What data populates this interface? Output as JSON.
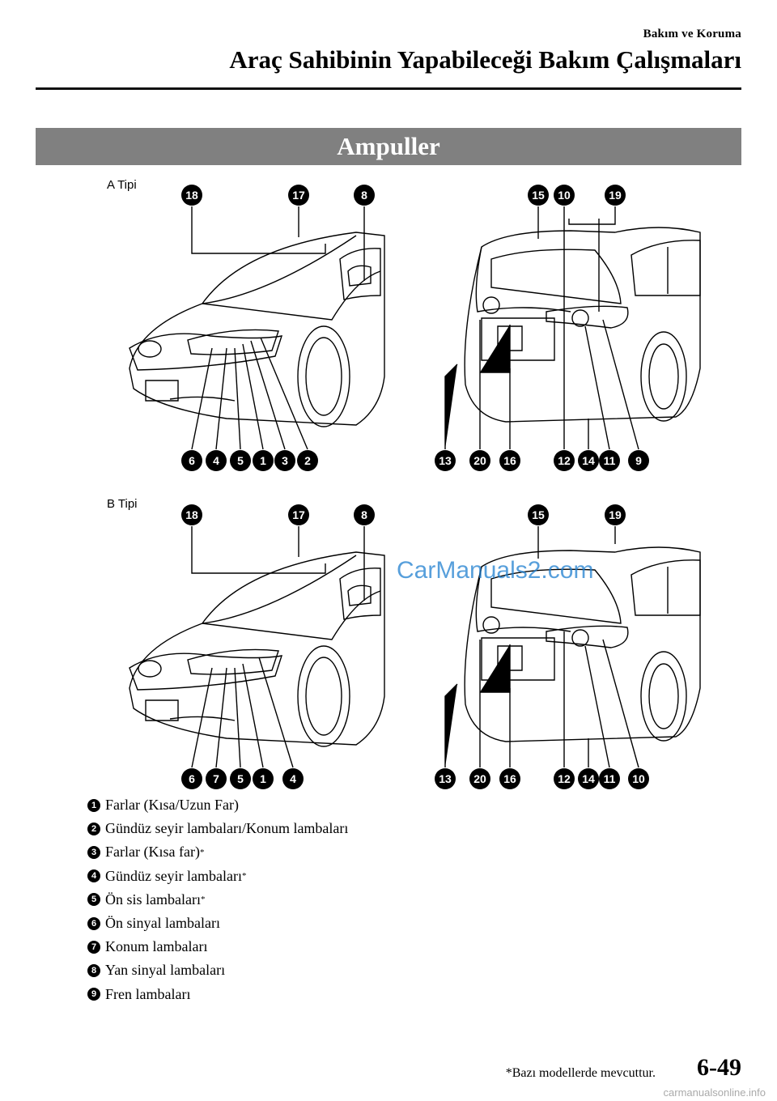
{
  "header": {
    "chapter": "Bakım ve Koruma",
    "title": "Araç Sahibinin Yapabileceği Bakım Çalışmaları"
  },
  "section": {
    "title": "Ampuller"
  },
  "figures": {
    "a": {
      "label": "A Tipi",
      "front_top": [
        "18",
        "17",
        "8"
      ],
      "front_bottom": [
        "6",
        "4",
        "5",
        "1",
        "3",
        "2"
      ],
      "rear_top": [
        "15",
        "10",
        "19"
      ],
      "rear_bottom": [
        "13",
        "20",
        "16",
        "12",
        "14",
        "11",
        "9"
      ]
    },
    "b": {
      "label": "B Tipi",
      "front_top": [
        "18",
        "17",
        "8"
      ],
      "front_bottom": [
        "6",
        "7",
        "5",
        "1",
        "4"
      ],
      "rear_top": [
        "15",
        "19"
      ],
      "rear_bottom": [
        "13",
        "20",
        "16",
        "12",
        "14",
        "11",
        "10"
      ]
    }
  },
  "legend": [
    {
      "num": "1",
      "text": "Farlar (Kısa/Uzun Far)",
      "asterisk": ""
    },
    {
      "num": "2",
      "text": "Gündüz seyir lambaları/Konum lambaları",
      "asterisk": ""
    },
    {
      "num": "3",
      "text": "Farlar (Kısa far)",
      "asterisk": "*"
    },
    {
      "num": "4",
      "text": "Gündüz seyir lambaları",
      "asterisk": "*"
    },
    {
      "num": "5",
      "text": "Ön sis lambaları",
      "asterisk": "*"
    },
    {
      "num": "6",
      "text": "Ön sinyal lambaları",
      "asterisk": ""
    },
    {
      "num": "7",
      "text": "Konum lambaları",
      "asterisk": ""
    },
    {
      "num": "8",
      "text": "Yan sinyal lambaları",
      "asterisk": ""
    },
    {
      "num": "9",
      "text": "Fren lambaları",
      "asterisk": ""
    }
  ],
  "watermark": "CarManuals2.com",
  "footnote": "*Bazı modellerde mevcuttur.",
  "page_number": "6-49",
  "site": "carmanualsonline.info"
}
